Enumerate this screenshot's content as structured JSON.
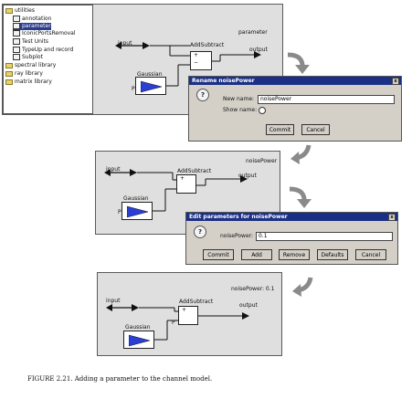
{
  "library": {
    "items": [
      "utilities",
      "annotation",
      "parameter",
      "IconicPortsRemoval",
      "Test Units",
      "TypeUp and record",
      "Subplot",
      "spectral library",
      "ray library",
      "matrix library"
    ]
  },
  "panel1": {
    "param_label": "parameter",
    "input": "input",
    "output": "output",
    "addsub": "AddSubtract",
    "gaussian": "Gaussian",
    "port_p": "P"
  },
  "rename_dialog": {
    "title": "Rename noisePower",
    "new_name_label": "New name:",
    "new_name_value": "noisePower",
    "show_name_label": "Show name:",
    "commit": "Commit",
    "cancel": "Cancel"
  },
  "panel2": {
    "param_label": "noisePower",
    "input": "input",
    "output": "output",
    "addsub": "AddSubtract",
    "gaussian": "Gaussian",
    "port_p": "P"
  },
  "edit_dialog": {
    "title": "Edit parameters for noisePower",
    "field_label": "noisePower:",
    "field_value": "0.1",
    "buttons": [
      "Commit",
      "Add",
      "Remove",
      "Defaults",
      "Cancel"
    ]
  },
  "panel3": {
    "param_label": "noisePower: 0.1",
    "input": "input",
    "output": "output",
    "addsub": "AddSubtract",
    "gaussian": "Gaussian",
    "port_p": "P"
  },
  "caption": "FIGURE 2.21.  Adding a parameter to the channel model.",
  "colors": {
    "titlebar": "#1a2f86",
    "triangle": "#2b3fd4",
    "arrow": "#8a8a8a",
    "canvas": "#dfdfdf"
  }
}
